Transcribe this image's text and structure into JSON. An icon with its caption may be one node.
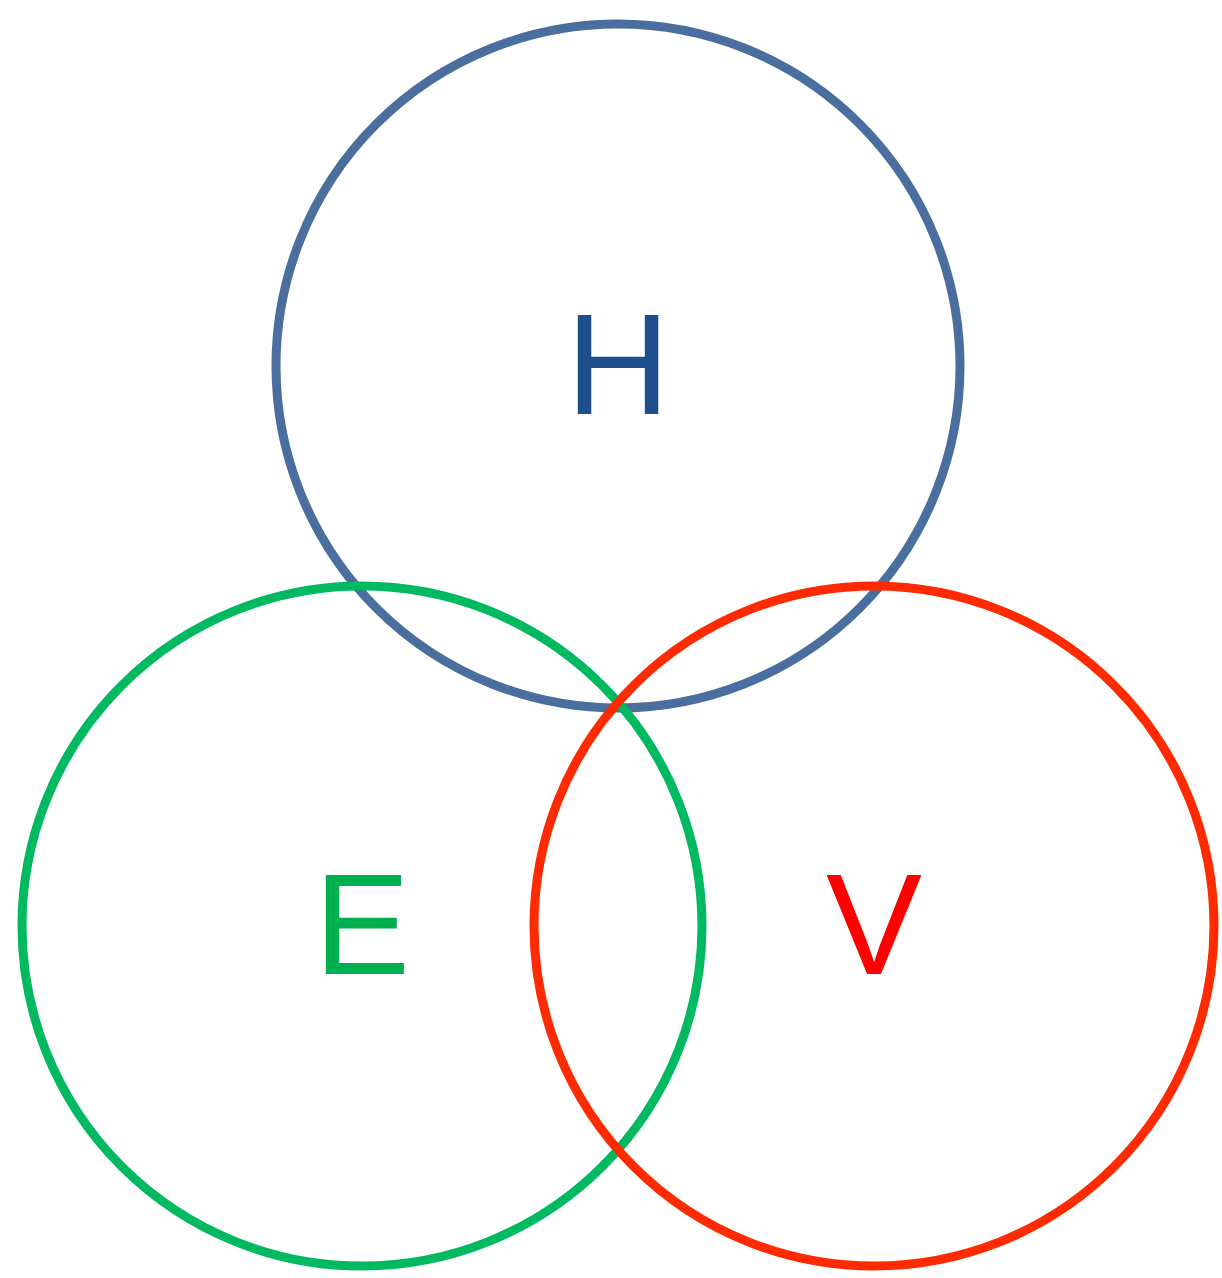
{
  "diagram": {
    "nodes": [
      {
        "text": [
          "H"
        ]
      },
      {
        "text": [
          "E"
        ]
      },
      {
        "text": [
          "V"
        ]
      }
    ]
  }
}
